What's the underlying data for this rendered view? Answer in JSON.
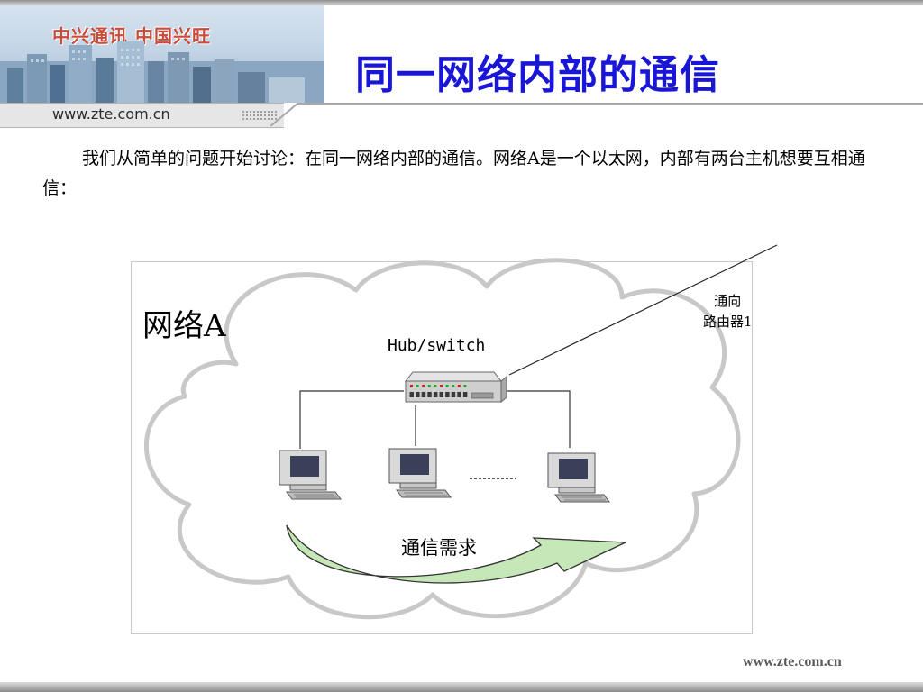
{
  "header": {
    "banner_slogan": "中兴通讯 中国兴旺",
    "banner_url": "www.zte.com.cn"
  },
  "slide": {
    "title": "同一网络内部的通信",
    "intro": "我们从简单的问题开始讨论：在同一网络内部的通信。网络A是一个以太网，内部有两台主机想要互相通信："
  },
  "diagram": {
    "network_label": "网络A",
    "hub_label": "Hub/switch",
    "router_label_line1": "通向",
    "router_label_line2": "路由器1",
    "communication_label": "通信需求",
    "hub_port_led_colors": [
      "#cc2222",
      "#22aa22",
      "#cc2222",
      "#22aa22",
      "#22aa22",
      "#cc2222",
      "#22aa22",
      "#22aa22",
      "#cc2222",
      "#22aa22"
    ],
    "arrow_color": "#c6e7b8",
    "cloud_color": "#c8c8c8"
  },
  "footer": {
    "url": "www.zte.com.cn"
  }
}
